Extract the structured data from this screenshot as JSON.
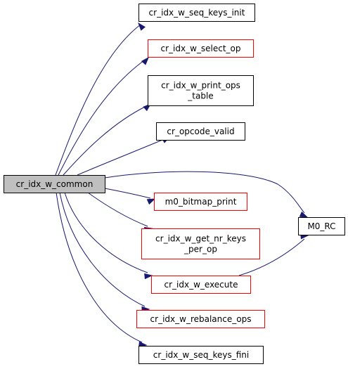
{
  "graph": {
    "edge_color": "#191970",
    "root": {
      "id": "root",
      "lines": [
        "cr_idx_w_common"
      ],
      "style": "root"
    },
    "nodes": [
      {
        "id": "seq_keys_init",
        "lines": [
          "cr_idx_w_seq_keys_init"
        ],
        "style": "black"
      },
      {
        "id": "select_op",
        "lines": [
          "cr_idx_w_select_op"
        ],
        "style": "red"
      },
      {
        "id": "print_ops_table",
        "lines": [
          "cr_idx_w_print_ops",
          "_table"
        ],
        "style": "black"
      },
      {
        "id": "opcode_valid",
        "lines": [
          "cr_opcode_valid"
        ],
        "style": "black"
      },
      {
        "id": "bitmap_print",
        "lines": [
          "m0_bitmap_print"
        ],
        "style": "red"
      },
      {
        "id": "get_nr_keys",
        "lines": [
          "cr_idx_w_get_nr_keys",
          "_per_op"
        ],
        "style": "red"
      },
      {
        "id": "execute",
        "lines": [
          "cr_idx_w_execute"
        ],
        "style": "red"
      },
      {
        "id": "rebalance_ops",
        "lines": [
          "cr_idx_w_rebalance_ops"
        ],
        "style": "red"
      },
      {
        "id": "seq_keys_fini",
        "lines": [
          "cr_idx_w_seq_keys_fini"
        ],
        "style": "black"
      },
      {
        "id": "m0_rc",
        "lines": [
          "M0_RC"
        ],
        "style": "black"
      }
    ],
    "edges": [
      {
        "from": "root",
        "to": "seq_keys_init"
      },
      {
        "from": "root",
        "to": "select_op"
      },
      {
        "from": "root",
        "to": "print_ops_table"
      },
      {
        "from": "root",
        "to": "opcode_valid"
      },
      {
        "from": "root",
        "to": "m0_rc"
      },
      {
        "from": "root",
        "to": "bitmap_print"
      },
      {
        "from": "root",
        "to": "get_nr_keys"
      },
      {
        "from": "root",
        "to": "execute"
      },
      {
        "from": "root",
        "to": "rebalance_ops"
      },
      {
        "from": "root",
        "to": "seq_keys_fini"
      },
      {
        "from": "execute",
        "to": "m0_rc"
      }
    ]
  }
}
